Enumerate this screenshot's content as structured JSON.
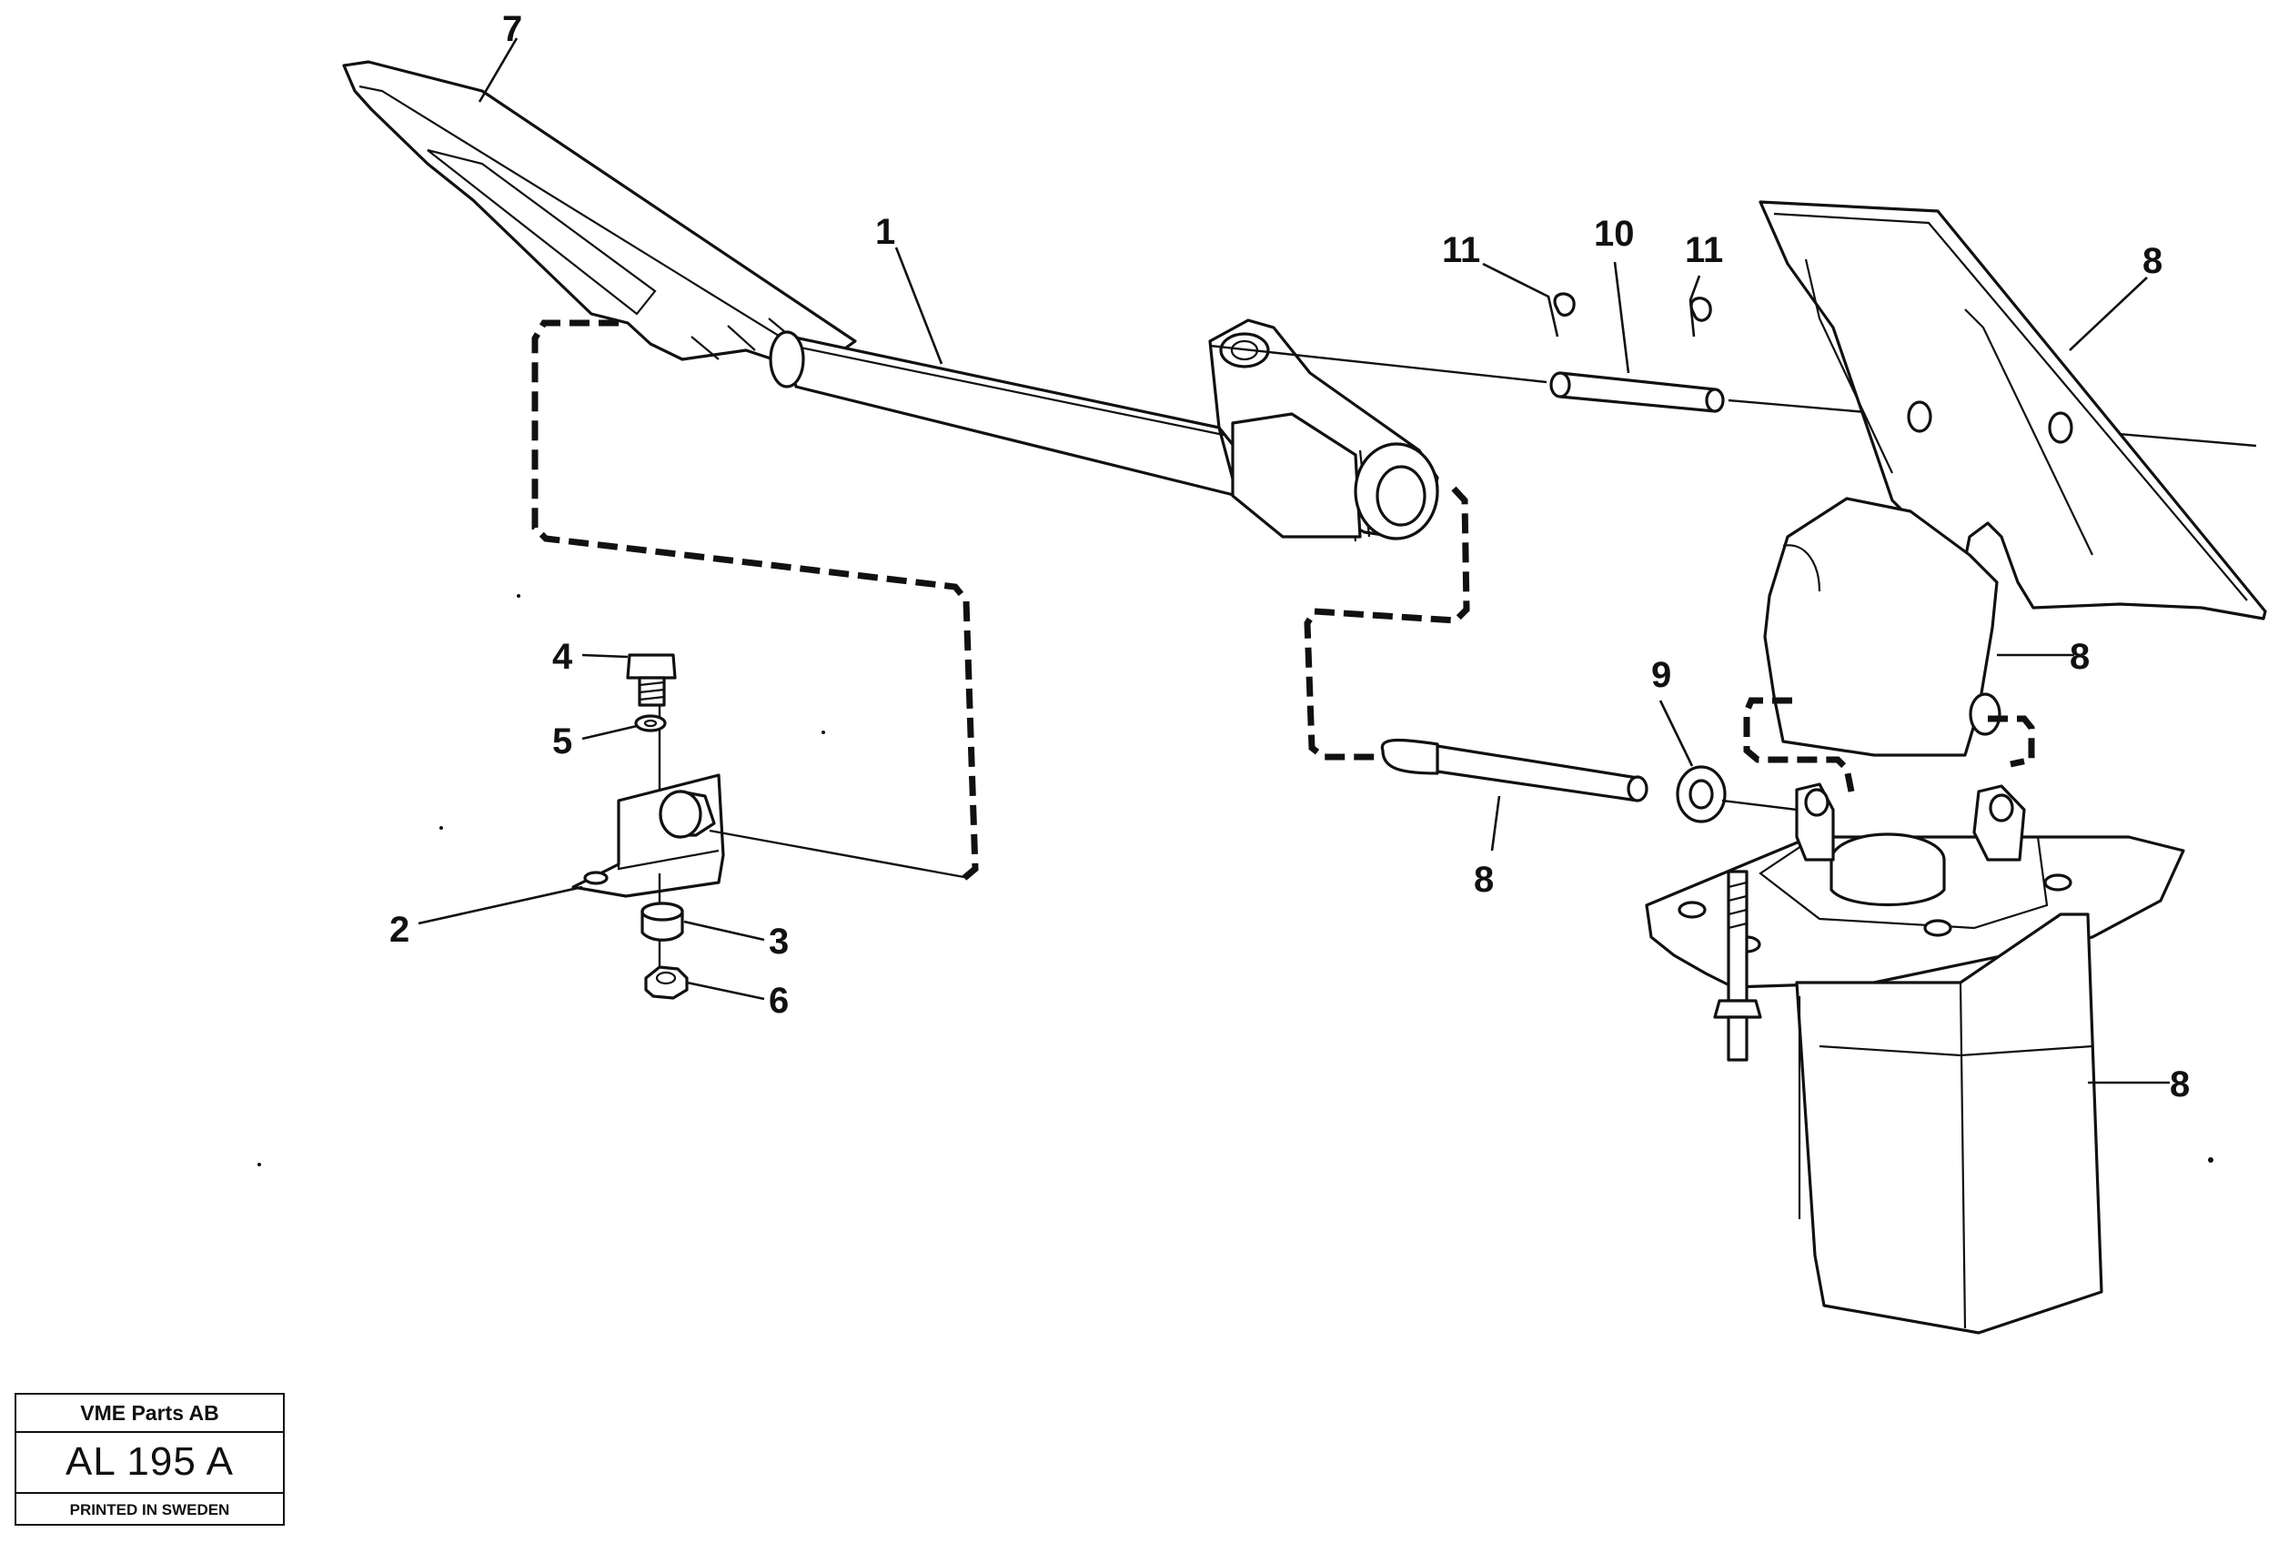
{
  "diagram": {
    "callouts": [
      {
        "id": "c7",
        "text": "7"
      },
      {
        "id": "c1",
        "text": "1"
      },
      {
        "id": "c11a",
        "text": "11"
      },
      {
        "id": "c10",
        "text": "10"
      },
      {
        "id": "c11b",
        "text": "11"
      },
      {
        "id": "c8a",
        "text": "8"
      },
      {
        "id": "c8b",
        "text": "8"
      },
      {
        "id": "c9",
        "text": "9"
      },
      {
        "id": "c4",
        "text": "4"
      },
      {
        "id": "c5",
        "text": "5"
      },
      {
        "id": "c8c",
        "text": "8"
      },
      {
        "id": "c2",
        "text": "2"
      },
      {
        "id": "c3",
        "text": "3"
      },
      {
        "id": "c6",
        "text": "6"
      },
      {
        "id": "c8d",
        "text": "8"
      }
    ]
  },
  "title_block": {
    "company": "VME Parts AB",
    "drawing_code": "AL 195 A",
    "printed": "PRINTED IN SWEDEN"
  }
}
